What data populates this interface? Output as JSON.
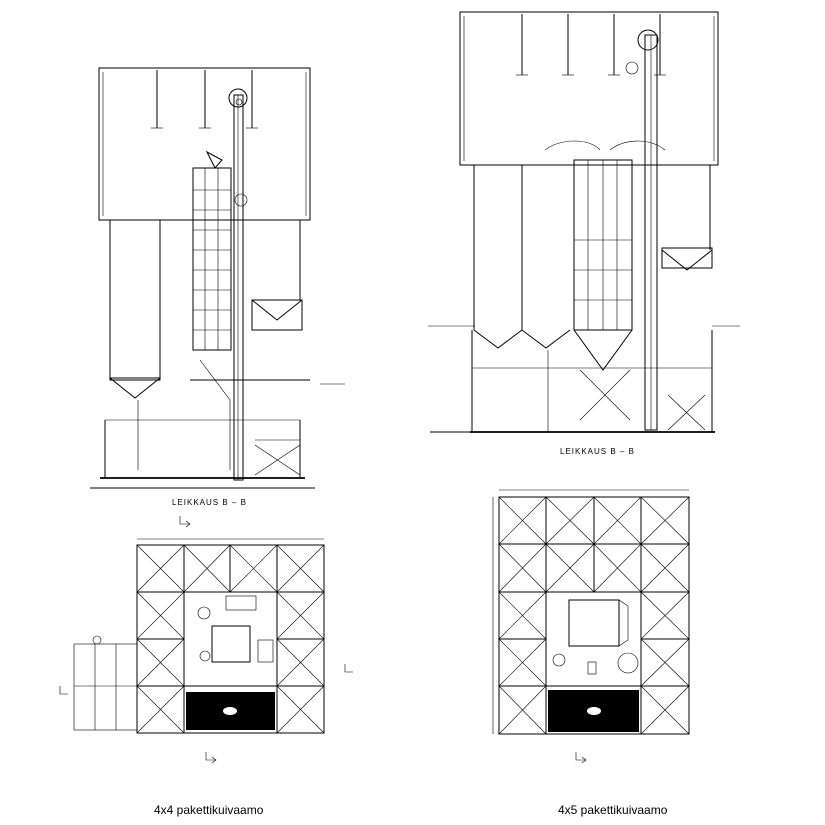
{
  "left_plant": {
    "caption": "4x4 pakettikuivaamo",
    "section_label": "LEIKKAUS B – B"
  },
  "right_plant": {
    "caption": "4x5 pakettikuivaamo",
    "section_label": "LEIKKAUS B – B"
  }
}
